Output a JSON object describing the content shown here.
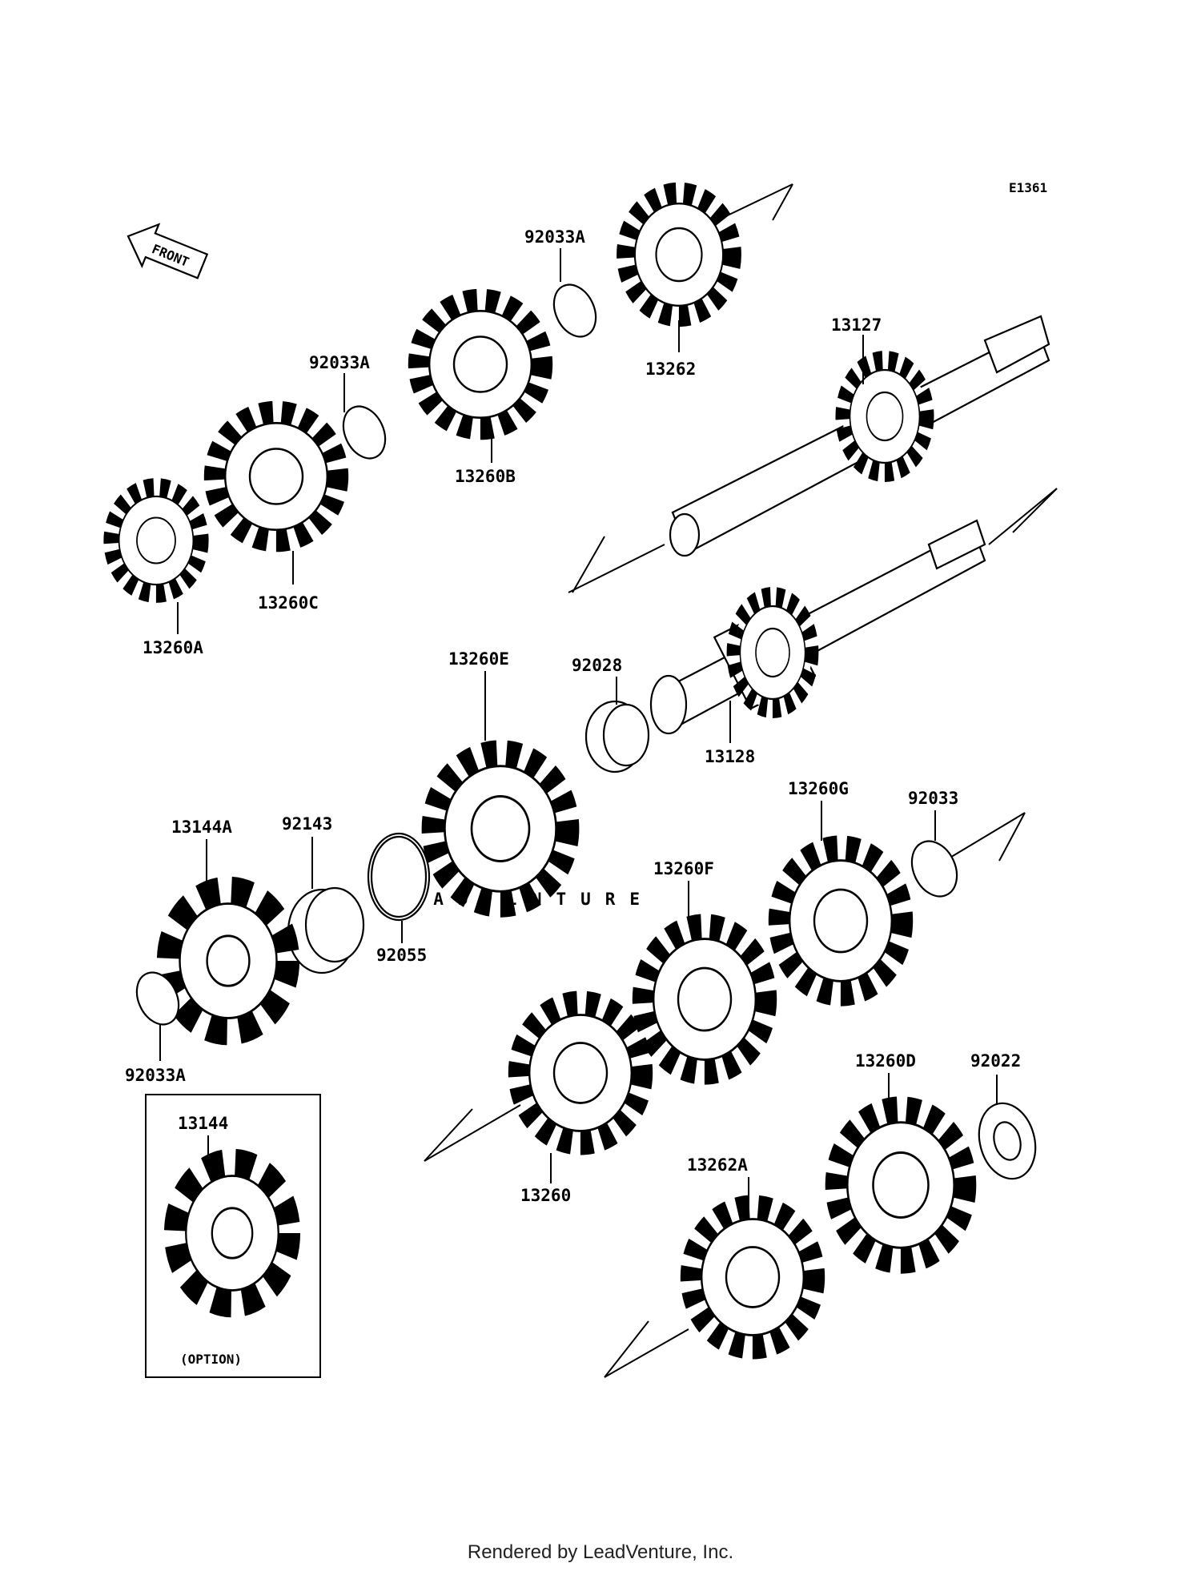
{
  "diagram_code": "E1361",
  "front_label": "FRONT",
  "option_label": "(OPTION)",
  "footer": "Rendered by LeadVenture, Inc.",
  "watermark": "LEADVENTURE",
  "callouts": {
    "c_92033A_top": "92033A",
    "c_13262": "13262",
    "c_92033A_mid": "92033A",
    "c_13260B": "13260B",
    "c_13127": "13127",
    "c_13260C": "13260C",
    "c_13260A": "13260A",
    "c_13260E": "13260E",
    "c_92028": "92028",
    "c_13128": "13128",
    "c_13144A": "13144A",
    "c_92143": "92143",
    "c_92055": "92055",
    "c_92033A_low": "92033A",
    "c_13260G": "13260G",
    "c_92033": "92033",
    "c_13260F": "13260F",
    "c_13260": "13260",
    "c_13260D": "13260D",
    "c_92022": "92022",
    "c_13262A": "13262A",
    "c_13144": "13144"
  }
}
